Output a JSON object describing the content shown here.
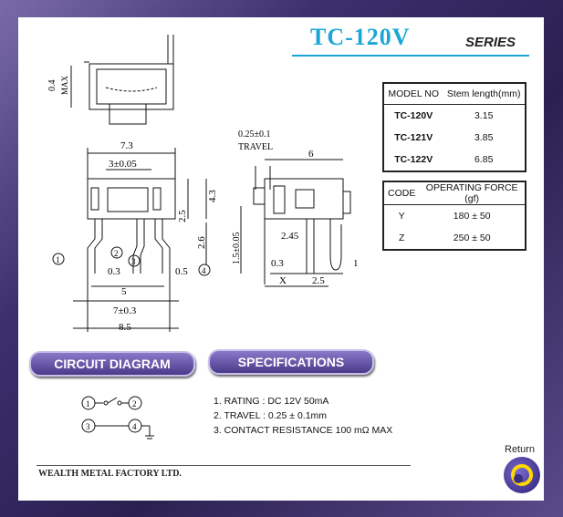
{
  "header": {
    "title": "TC-120V",
    "series": "SERIES"
  },
  "model_table": {
    "headers": [
      "MODEL NO",
      "Stem length(mm)"
    ],
    "rows": [
      [
        "TC-120V",
        "3.15"
      ],
      [
        "TC-121V",
        "3.85"
      ],
      [
        "TC-122V",
        "6.85"
      ]
    ]
  },
  "force_table": {
    "headers": [
      "CODE",
      "OPERATING FORCE (gf)"
    ],
    "rows": [
      [
        "Y",
        "180 ± 50"
      ],
      [
        "Z",
        "250 ± 50"
      ]
    ]
  },
  "drawing": {
    "top_dim_04": "0.4",
    "top_dim_max": "MAX",
    "dim_73": "7.3",
    "dim_3": "3±0.05",
    "dim_25": "2.5",
    "dim_43": "4.3",
    "dim_26": "2.6",
    "dim_03": "0.3",
    "dim_05": "0.5",
    "dim_5": "5",
    "dim_7": "7±0.3",
    "dim_85": "8.5",
    "pin1": "1",
    "pin2": "2",
    "pin3": "3",
    "pin4": "4",
    "travel_val": "0.25±0.1",
    "travel_label": "TRAVEL",
    "side_6": "6",
    "side_245": "2.45",
    "side_15": "1.5±0.05",
    "side_03": "0.3",
    "side_x": "X",
    "side_25": "2.5",
    "side_1": "1"
  },
  "sections": {
    "circuit": "CIRCUIT DIAGRAM",
    "specifications": "SPECIFICATIONS"
  },
  "circuit": {
    "n1": "1",
    "n2": "2",
    "n3": "3",
    "n4": "4"
  },
  "specs": [
    "1. RATING : DC 12V  50mA",
    "2. TRAVEL : 0.25 ± 0.1mm",
    "3. CONTACT RESISTANCE 100 mΩ MAX"
  ],
  "footer": {
    "factory": "WEALTH METAL FACTORY LTD.",
    "return_label": "Return"
  }
}
